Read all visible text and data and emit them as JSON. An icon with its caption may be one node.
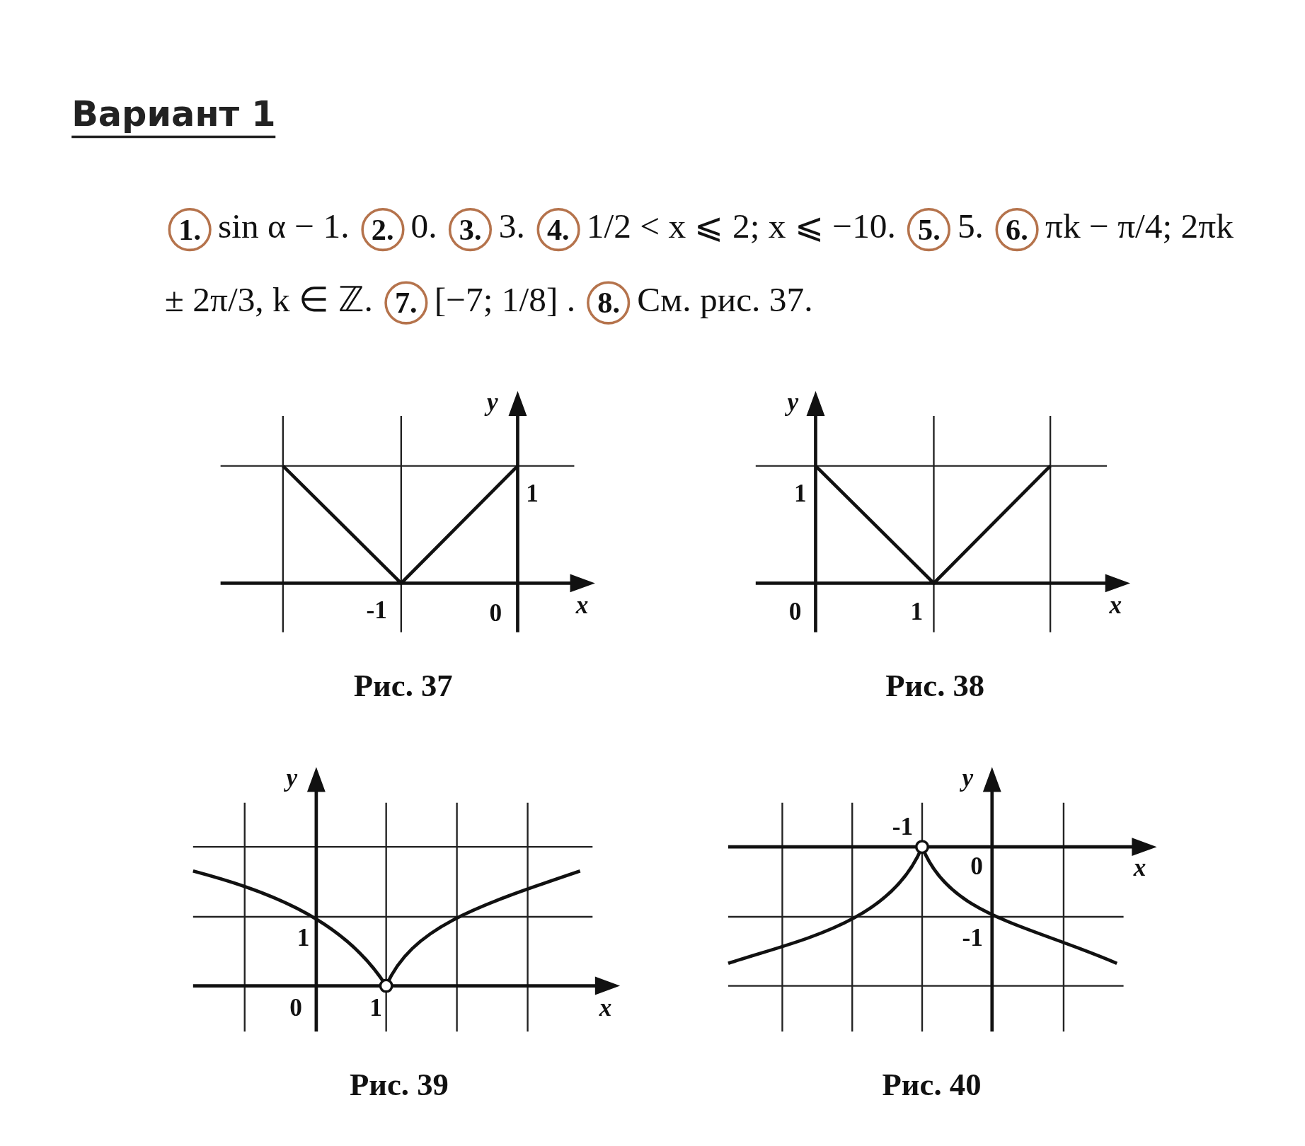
{
  "diagram": {
    "title": "Вариант 1",
    "nodes": [
      {
        "text": [
          "1."
        ]
      },
      {
        "text": [
          "2."
        ]
      },
      {
        "text": [
          "3."
        ]
      },
      {
        "text": [
          "4."
        ]
      },
      {
        "text": [
          "5."
        ]
      },
      {
        "text": [
          "6."
        ]
      },
      {
        "text": [
          "7."
        ]
      },
      {
        "text": [
          "8."
        ]
      }
    ],
    "labels": [
      "sin α − 1.",
      "0.",
      "3.",
      "1/2 < x ⩽ 2; x ⩽ −10.",
      "5.",
      "πk − π/4; 2πk ± 2π/3, k ∈ ℤ.",
      "[−7; 1/8] .",
      "См. рис. 37.",
      "y",
      "1",
      "-1",
      "0",
      "x",
      "Рис. 37",
      "y",
      "1",
      "0",
      "1",
      "x",
      "Рис. 38",
      "y",
      "1",
      "0",
      "1",
      "x",
      "Рис. 39",
      "y",
      "-1",
      "0",
      "x",
      "-1",
      "Рис. 40"
    ]
  }
}
